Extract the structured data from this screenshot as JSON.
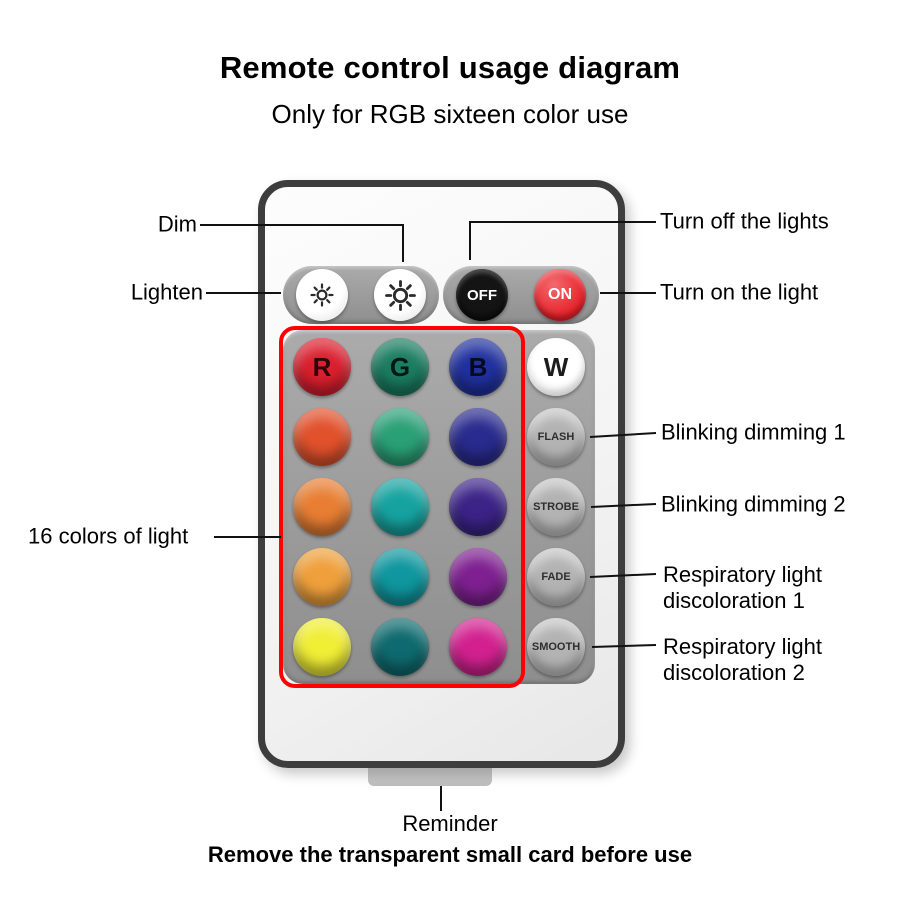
{
  "header": {
    "title": "Remote control usage diagram",
    "subtitle": "Only for RGB sixteen color use"
  },
  "callouts": {
    "dim": "Dim",
    "lighten": "Lighten",
    "turn_off": "Turn off the lights",
    "turn_on": "Turn on the light",
    "blinking1": "Blinking dimming 1",
    "blinking2": "Blinking dimming 2",
    "respiratory1_line1": "Respiratory light",
    "respiratory1_line2": "discoloration 1",
    "respiratory2_line1": "Respiratory light",
    "respiratory2_line2": "discoloration 2",
    "sixteen_colors": "16 colors of light"
  },
  "remote": {
    "icons": {
      "dim": "sun-brightness-icon-small",
      "lighten": "sun-brightness-icon-large"
    },
    "power": {
      "off": "OFF",
      "on": "ON",
      "off_color": "#141414",
      "on_color": "#e62129"
    },
    "grid": {
      "outline_color": "#ff0000",
      "letters": [
        "R",
        "G",
        "B"
      ],
      "right_column": [
        "W",
        "FLASH",
        "STROBE",
        "FADE",
        "SMOOTH"
      ],
      "colors": [
        [
          "#da1f2e",
          "#1a7c60",
          "#20309e"
        ],
        [
          "#e1512c",
          "#2aa077",
          "#292b8e"
        ],
        [
          "#e87e33",
          "#16a3a0",
          "#3b2387"
        ],
        [
          "#efa03c",
          "#0f969e",
          "#7e2090"
        ],
        [
          "#f0ee35",
          "#0e6a6e",
          "#d2218f"
        ]
      ]
    }
  },
  "footer": {
    "reminder": "Reminder",
    "note": "Remove the transparent small card before use"
  }
}
